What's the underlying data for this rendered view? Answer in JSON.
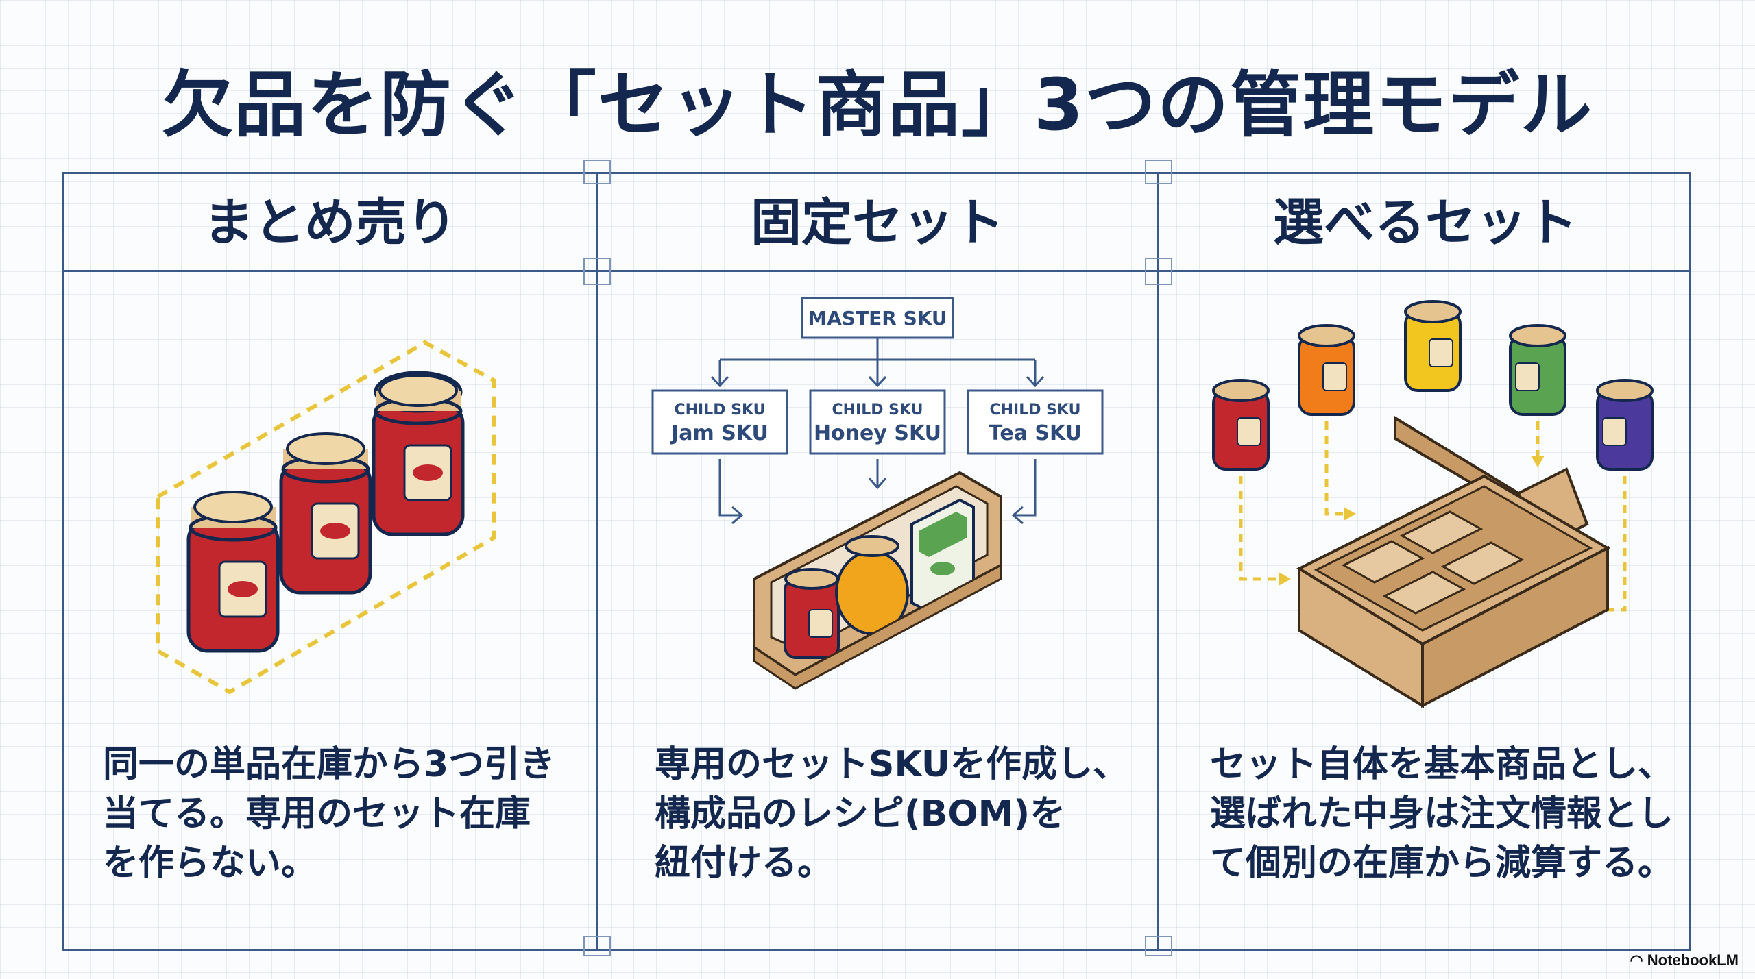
{
  "title": "欠品を防ぐ「セット商品」3つの管理モデル",
  "columns": [
    {
      "heading": "まとめ売り",
      "description": "同一の単品在庫から3つ引き\n当てる。専用のセット在庫\nを作らない。"
    },
    {
      "heading": "固定セット",
      "description": "専用のセットSKUを作成し、\n構成品のレシピ(BOM)を\n紐付ける。",
      "diagram": {
        "master": "MASTER SKU",
        "children": [
          {
            "tag": "CHILD SKU",
            "name": "Jam SKU"
          },
          {
            "tag": "CHILD SKU",
            "name": "Honey SKU"
          },
          {
            "tag": "CHILD SKU",
            "name": "Tea SKU"
          }
        ]
      }
    },
    {
      "heading": "選べるセット",
      "description": "セット自体を基本商品とし、\n選ばれた中身は注文情報とし\nて個別の在庫から減算する。"
    }
  ],
  "brand": "NotebookLM",
  "colors": {
    "navy": "#14284f",
    "grid_line": "#3b5a8a",
    "dashed_yellow": "#e8c53a",
    "jam_red": "#c2272d",
    "lid_tan": "#e6c48f",
    "honey": "#f0a51c",
    "cardboard": "#d9b07f",
    "tea_green": "#5aa351"
  }
}
